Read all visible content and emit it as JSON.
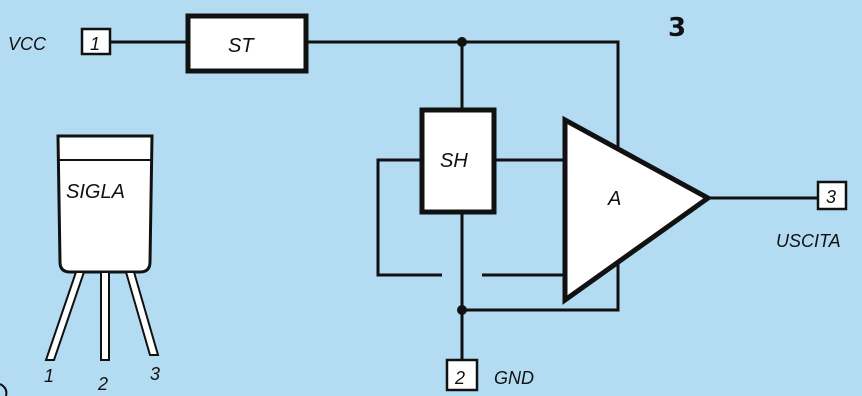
{
  "figure_number": "3",
  "pins": {
    "vcc": {
      "number": "1",
      "label": "VCC"
    },
    "gnd": {
      "number": "2",
      "label": "GND"
    },
    "out": {
      "number": "3",
      "label": "USCITA"
    }
  },
  "blocks": {
    "stabilizer": "ST",
    "sample_hold": "SH",
    "amplifier": "A"
  },
  "package": {
    "marking": "SIGLA",
    "leads": [
      "1",
      "2",
      "3"
    ]
  },
  "colors": {
    "background": "#b3dcf3",
    "box_fill": "#ffffff",
    "line": "#111111"
  }
}
